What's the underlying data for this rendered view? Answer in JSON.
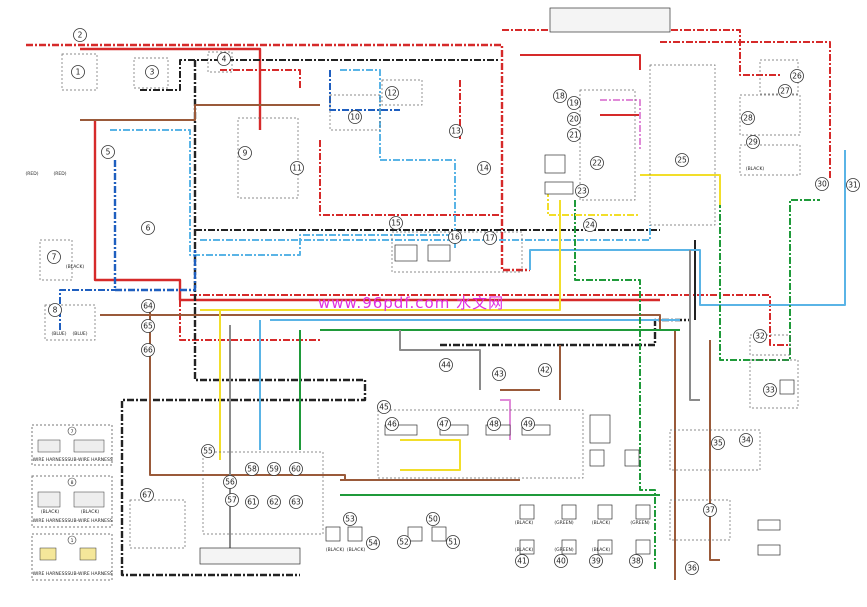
{
  "watermark": "www.96pdf.com 水文网",
  "colors": {
    "red": "#d62a2a",
    "brown": "#9a5a3a",
    "blue": "#1f5fbf",
    "lightblue": "#5ab4e6",
    "green": "#1f9a3a",
    "yellow": "#f2de2a",
    "black": "#222222",
    "gray": "#8a8a8a",
    "pink": "#e08ad8",
    "white_dash": "#ffffff"
  },
  "components": [
    "1",
    "2",
    "3",
    "4",
    "5",
    "6",
    "7",
    "8",
    "9",
    "10",
    "11",
    "12",
    "13",
    "14",
    "15",
    "16",
    "17",
    "18",
    "19",
    "20",
    "21",
    "22",
    "23",
    "24",
    "25",
    "26",
    "27",
    "28",
    "29",
    "30",
    "31",
    "32",
    "33",
    "34",
    "35",
    "36",
    "37",
    "38",
    "39",
    "40",
    "41",
    "42",
    "43",
    "44",
    "45",
    "46",
    "47",
    "48",
    "49",
    "50",
    "51",
    "52",
    "53",
    "54",
    "55",
    "56",
    "57",
    "58",
    "59",
    "60",
    "61",
    "62",
    "63",
    "64",
    "65",
    "66",
    "67"
  ],
  "connector_labels": {
    "red_1": "(RED)",
    "red_2": "(RED)",
    "black_7": "(BLACK)",
    "blue_8a": "(BLUE)",
    "blue_8b": "(BLUE)",
    "black_29": "(BLACK)",
    "black_a": "(BLACK)",
    "black_b": "(BLACK)",
    "black_c": "(BLACK)",
    "black_d": "(BLACK)",
    "green_a": "(GREEN)",
    "green_b": "(GREEN)",
    "green_c": "(GREEN)",
    "black_53": "(BLACK)",
    "black_54": "(BLACK)"
  },
  "legend": {
    "box_7": {
      "num": "7",
      "left": "WIRE HARNESS",
      "right": "SUB-WIRE HARNESS"
    },
    "box_8": {
      "num": "8",
      "left": "WIRE HARNESS",
      "right": "SUB-WIRE HARNESS",
      "tag_left": "(BLACK)",
      "tag_right": "(BLACK)"
    },
    "box_9": {
      "num": "1",
      "left": "WIRE HARNESS",
      "right": "SUB-WIRE HARNESS"
    }
  }
}
